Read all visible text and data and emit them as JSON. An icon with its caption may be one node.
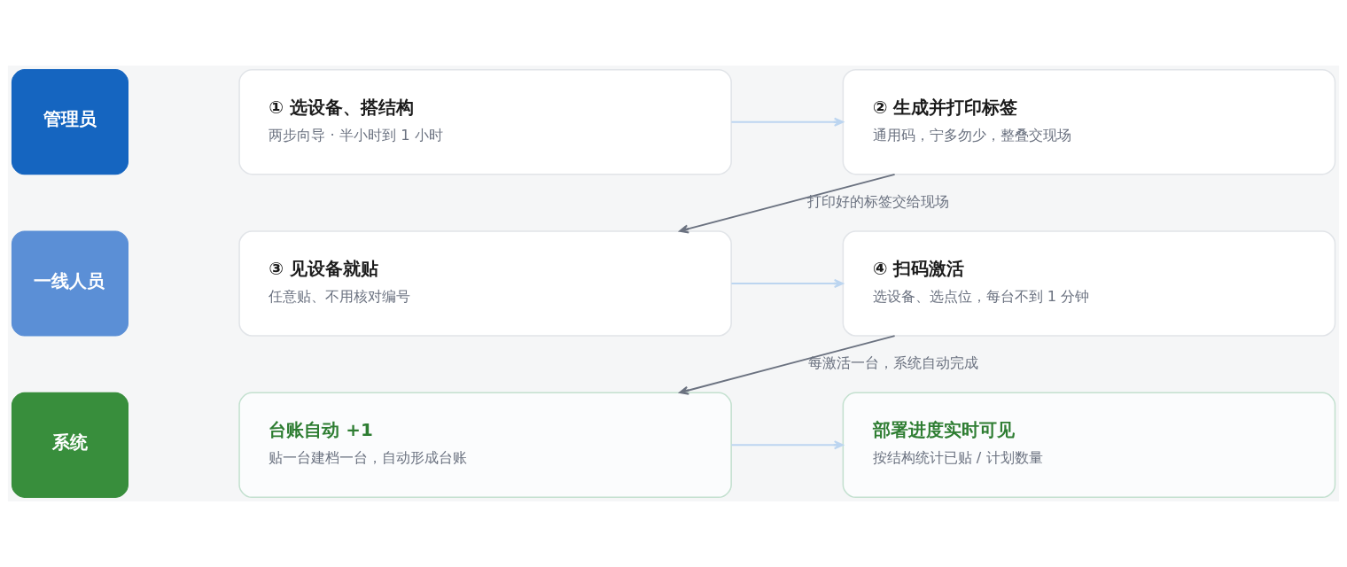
{
  "diagram": {
    "nodes": [
      {
        "text": [
          "管理员"
        ]
      },
      {
        "text": [
          "① 选设备、搭结构",
          "两步向导 · 半小时到 1 小时"
        ]
      },
      {
        "text": [
          "② 生成并打印标签",
          "通用码，宁多勿少，整叠交现场"
        ]
      },
      {
        "text": [
          "一线人员"
        ]
      },
      {
        "text": [
          "③ 见设备就贴",
          "任意贴、不用核对编号"
        ]
      },
      {
        "text": [
          "④ 扫码激活",
          "选设备、选点位，每台不到 1 分钟"
        ]
      },
      {
        "text": [
          "系统"
        ]
      },
      {
        "text": [
          "台账自动 +1",
          "贴一台建档一台，自动形成台账"
        ]
      },
      {
        "text": [
          "部署进度实时可见",
          "按结构统计已贴 / 计划数量"
        ]
      }
    ],
    "edges": [
      {
        "from": 1,
        "to": 2,
        "arrow": "to"
      },
      {
        "from": 2,
        "to": 4,
        "arrow": "to",
        "label": "打印好的标签交给现场",
        "color": "#6b7280"
      },
      {
        "from": 4,
        "to": 5,
        "arrow": "to"
      },
      {
        "from": 5,
        "to": 7,
        "arrow": "to",
        "label": "每激活一台，系统自动完成",
        "color": "#6b7280"
      },
      {
        "from": 7,
        "to": 8,
        "arrow": "to"
      }
    ]
  }
}
